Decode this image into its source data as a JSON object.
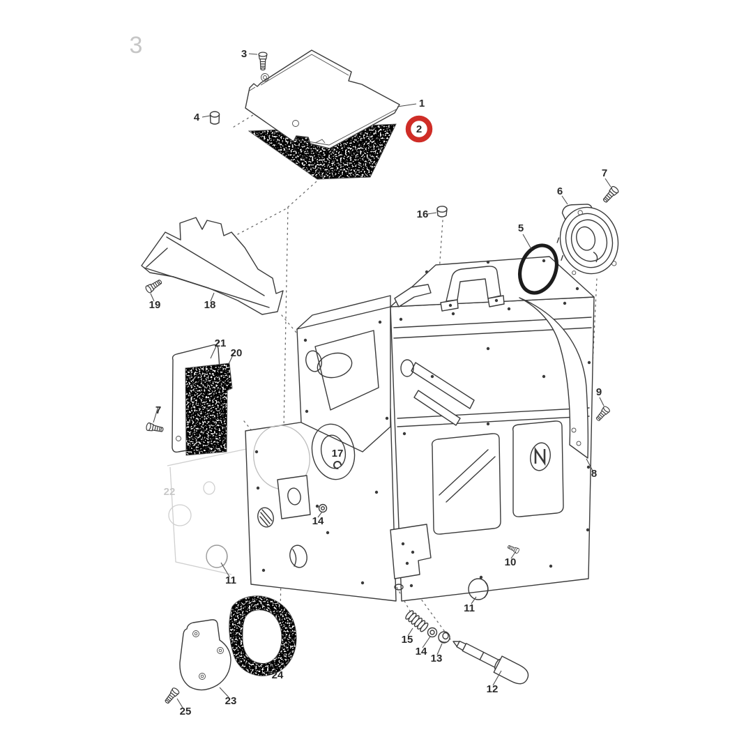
{
  "page": {
    "number": "3"
  },
  "colors": {
    "highlight": "#cf2d27",
    "line": "#3a3a3a",
    "faded_label": "#c8c8c8",
    "speckle": "#161616"
  },
  "highlighted_part": "2",
  "callouts": {
    "n1": "1",
    "n2": "2",
    "n3": "3",
    "n4": "4",
    "n5": "5",
    "n6": "6",
    "n7a": "7",
    "n7b": "7",
    "n8": "8",
    "n9": "9",
    "n10": "10",
    "n11a": "11",
    "n11b": "11",
    "n12": "12",
    "n13": "13",
    "n14a": "14",
    "n14b": "14",
    "n15": "15",
    "n16": "16",
    "n17": "17",
    "n18": "18",
    "n19": "19",
    "n20": "20",
    "n21": "21",
    "n22": "22",
    "n23": "23",
    "n24": "24",
    "n25": "25"
  }
}
